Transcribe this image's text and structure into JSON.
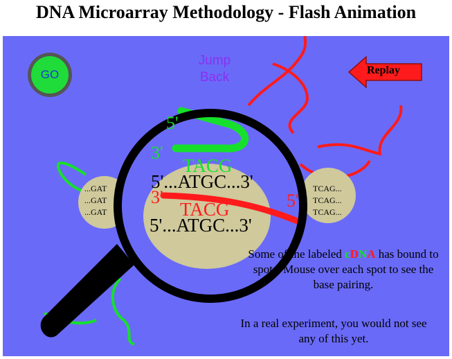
{
  "title": "DNA Microarray Methodology - Flash Animation",
  "controls": {
    "go_label": "GO",
    "jump_back_line1": "Jump",
    "jump_back_line2": "Back",
    "replay_label": "Replay"
  },
  "left_spot": {
    "line1": "...GAT",
    "line2": "...GAT",
    "line3": "...GAT"
  },
  "right_spot": {
    "line1": "TCAG...",
    "line2": "TCAG...",
    "line3": "TCAG..."
  },
  "magnified": {
    "green_5prime": "5'",
    "green_3prime": "3'",
    "green_seq": "TACG",
    "top_strand": "5'...ATGC...3'",
    "red_3prime": "3'",
    "red_5prime": "5'",
    "red_seq": "TACG",
    "bottom_strand": "5'...ATGC...3'"
  },
  "message": {
    "part1": "Some of the labeled ",
    "c_letter": "c",
    "dna_d": "D",
    "dna_n": "N",
    "dna_a": "A",
    "part2": "has bound to spots. Mouse over each spot to see the base pairing.",
    "note": "In a real experiment, you would not see any of this yet."
  },
  "colors": {
    "stage_bg": "#6a6af8",
    "spot_fill": "#cfc99c",
    "green_strand": "#16e02c",
    "red_strand": "#ff1b1b",
    "go_button": "#1fdc3a",
    "jump_back_text": "#8a30f0"
  }
}
